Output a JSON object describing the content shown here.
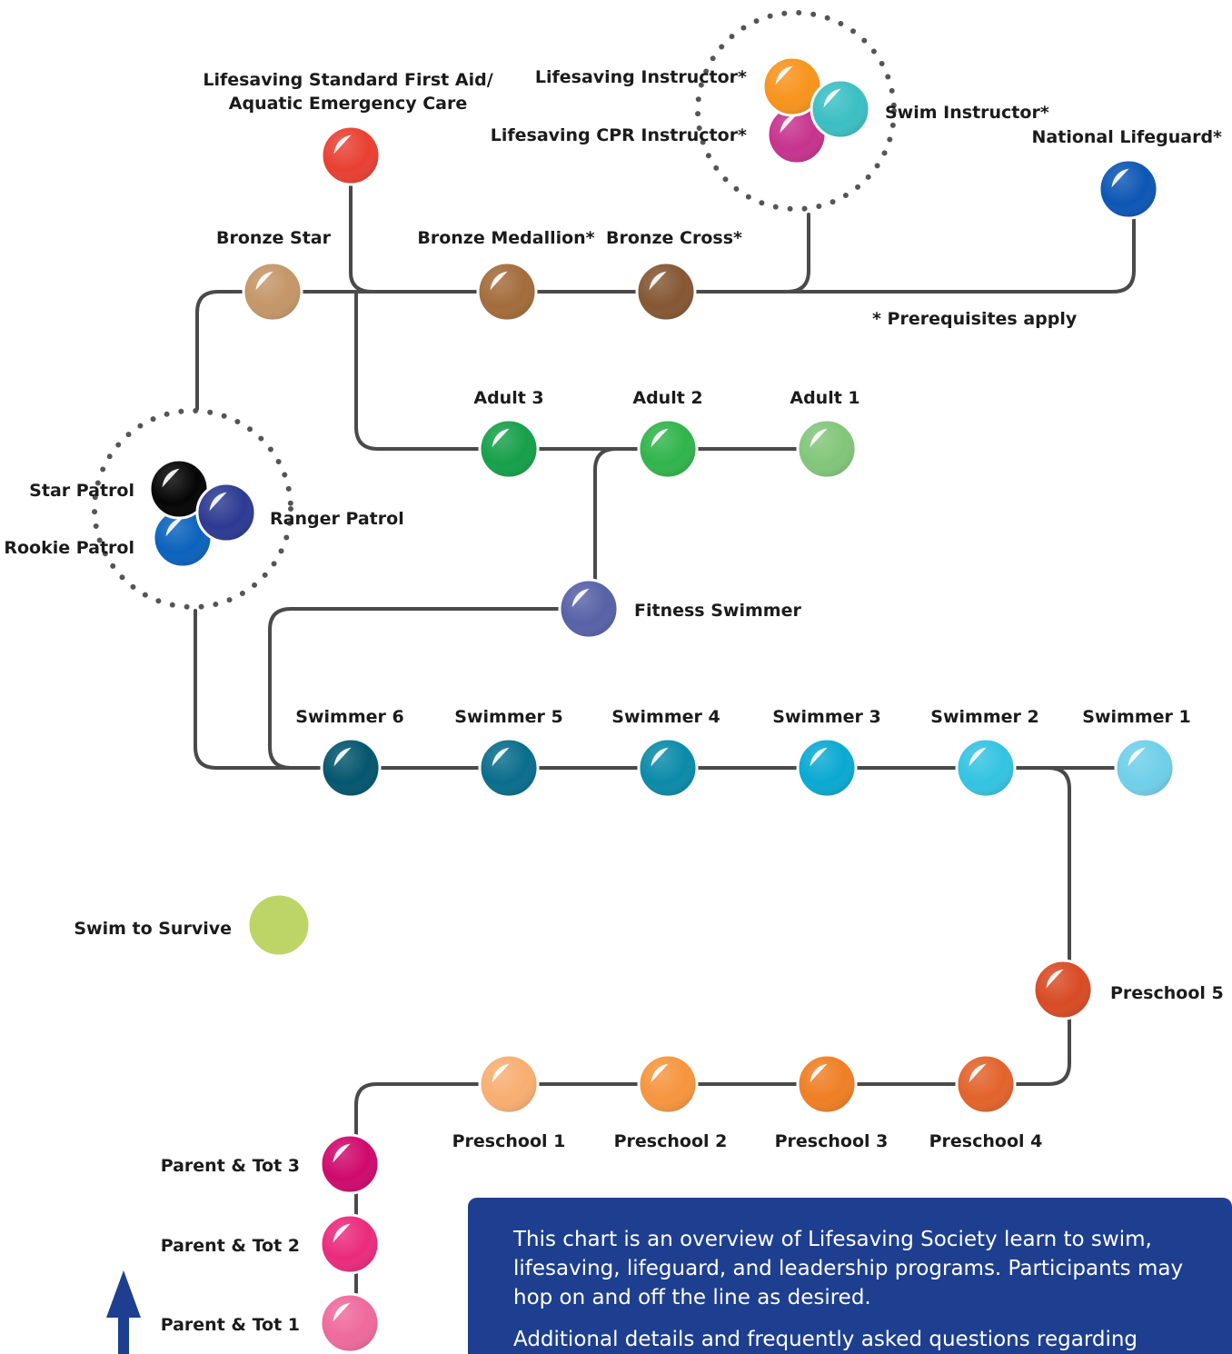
{
  "footnote": "* Prerequisites apply",
  "info": {
    "paragraph1": "This chart is an overview of Lifesaving Society learn to swim, lifesaving, lifeguard, and leadership programs. Participants may hop on and off the line as desired.",
    "paragraph2": "Additional details and frequently asked questions regarding"
  },
  "nodes": {
    "lifesaving_first_aid": {
      "line1": "Lifesaving Standard First Aid/",
      "line2": "Aquatic Emergency Care",
      "color": "#e94033"
    },
    "lifesaving_instructor": {
      "label": "Lifesaving Instructor*",
      "color": "#f7941d"
    },
    "swim_instructor": {
      "label": "Swim Instructor*",
      "color": "#3bbfc3"
    },
    "lifesaving_cpr_instructor": {
      "label": "Lifesaving CPR Instructor*",
      "color": "#c6338e"
    },
    "national_lifeguard": {
      "label": "National Lifeguard*",
      "color": "#0d56b5"
    },
    "bronze_star": {
      "label": "Bronze Star",
      "color": "#c49668"
    },
    "bronze_medallion": {
      "label": "Bronze Medallion*",
      "color": "#a36c3b"
    },
    "bronze_cross": {
      "label": "Bronze Cross*",
      "color": "#855733"
    },
    "adult_3": {
      "label": "Adult 3",
      "color": "#17a04a"
    },
    "adult_2": {
      "label": "Adult 2",
      "color": "#31b44b"
    },
    "adult_1": {
      "label": "Adult 1",
      "color": "#82c67a"
    },
    "star_patrol": {
      "label": "Star Patrol",
      "color": "#050505"
    },
    "ranger_patrol": {
      "label": "Ranger Patrol",
      "color": "#2d3a92"
    },
    "rookie_patrol": {
      "label": "Rookie Patrol",
      "color": "#0b62bd"
    },
    "fitness_swimmer": {
      "label": "Fitness Swimmer",
      "color": "#5762a7"
    },
    "swimmer_6": {
      "label": "Swimmer 6",
      "color": "#04566e"
    },
    "swimmer_5": {
      "label": "Swimmer 5",
      "color": "#0a6d8c"
    },
    "swimmer_4": {
      "label": "Swimmer 4",
      "color": "#0b8aa9"
    },
    "swimmer_3": {
      "label": "Swimmer 3",
      "color": "#0aa9d2"
    },
    "swimmer_2": {
      "label": "Swimmer 2",
      "color": "#34c3e2"
    },
    "swimmer_1": {
      "label": "Swimmer 1",
      "color": "#70cfe9"
    },
    "swim_to_survive": {
      "label": "Swim to Survive",
      "color": "#bdd567"
    },
    "preschool_5": {
      "label": "Preschool 5",
      "color": "#d84b25"
    },
    "preschool_4": {
      "label": "Preschool 4",
      "color": "#e2632b"
    },
    "preschool_3": {
      "label": "Preschool 3",
      "color": "#ef7f24"
    },
    "preschool_2": {
      "label": "Preschool 2",
      "color": "#f6953e"
    },
    "preschool_1": {
      "label": "Preschool 1",
      "color": "#f8ae71"
    },
    "parent_tot_3": {
      "label": "Parent & Tot 3",
      "color": "#cf0a6c"
    },
    "parent_tot_2": {
      "label": "Parent & Tot 2",
      "color": "#ea2b7c"
    },
    "parent_tot_1": {
      "label": "Parent & Tot 1",
      "color": "#ee6a9c"
    }
  },
  "colors": {
    "line": "#4a4a4a",
    "dots": "#555555",
    "arrow": "#1e3f8f",
    "info_bg": "#1e3f8f"
  }
}
